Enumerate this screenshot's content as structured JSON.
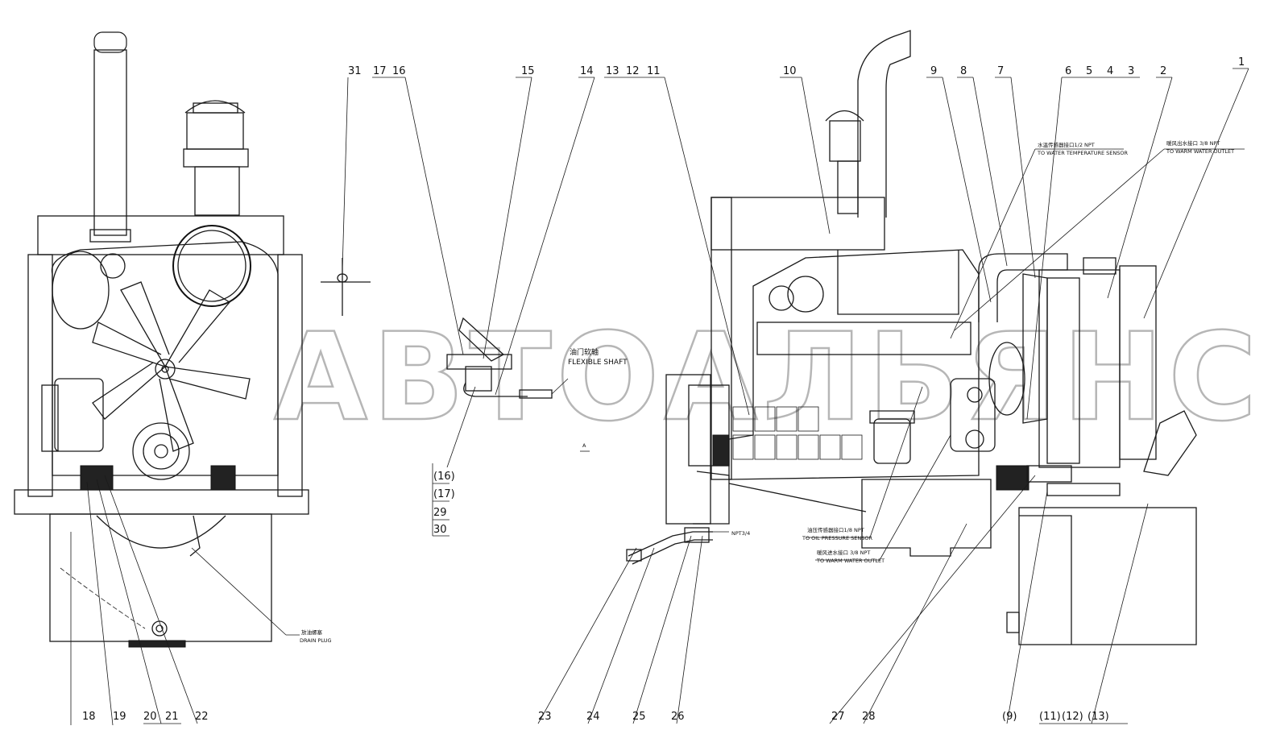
{
  "watermark": "АВТОАЛЬЯНС",
  "top_labels": [
    "31",
    "17",
    "16",
    "15",
    "14",
    "13",
    "12",
    "11",
    "10",
    "9",
    "8",
    "7",
    "6",
    "5",
    "4",
    "3",
    "2",
    "1"
  ],
  "bottom_labels": [
    "18",
    "19",
    "20",
    "21",
    "22",
    "23",
    "24",
    "25",
    "26",
    "27",
    "28",
    "(9)",
    "(11)",
    "(12)",
    "(13)"
  ],
  "side_stack": [
    "(16)",
    "(17)",
    "29",
    "30"
  ],
  "notes": {
    "throttle_cn": "油门软轴",
    "flexible_shaft": "FLEXIBLE SHAFT",
    "view_a": "A",
    "water_temp_cn": "水温传感器接口1/2 NPT",
    "water_temp_en": "TO WATER TEMPERATURE SENSOR",
    "warm_water_cn_top": "暖风出水接口 3/8 NPT",
    "warm_water_en_top": "TO WARM WATER OUTLET",
    "npt34": "NPT3/4",
    "oil_pressure_cn": "油压传感器接口1/8 NPT",
    "oil_pressure_en": "TO OIL PRESSURE SENSOR",
    "warm_water_cn_bottom": "暖风进水接口 3/8 NPT",
    "warm_water_en_bottom": "TO WARM WATER OUTLET",
    "drain_cn": "放油螺塞",
    "drain_en": "DRAIN PLUG"
  }
}
